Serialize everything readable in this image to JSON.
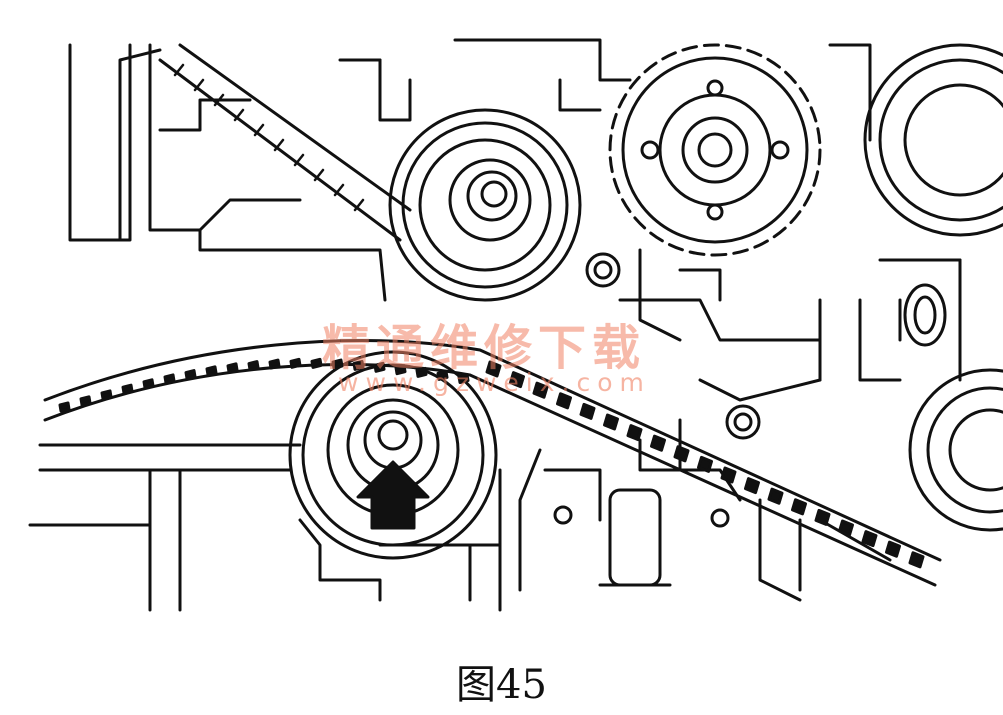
{
  "figure": {
    "caption": "图45"
  },
  "watermark": {
    "text": "精通维修下载",
    "url": "www.gzweix.com",
    "color": "#f08264"
  },
  "colors": {
    "line": "#111111",
    "background": "#ffffff"
  },
  "icons": {
    "indicator": "up-arrow-icon"
  }
}
